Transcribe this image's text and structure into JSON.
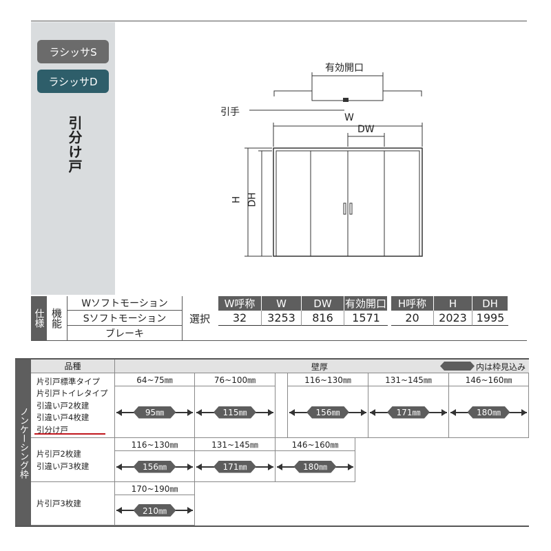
{
  "badges": [
    "ラシッサS",
    "ラシッサD"
  ],
  "door_type": "引分け戸",
  "diagram": {
    "effective_opening": "有効開口",
    "handle": "引手",
    "w": "W",
    "dw": "DW",
    "h": "H",
    "dh": "DH"
  },
  "spec": {
    "label": "仕様",
    "function": "機能",
    "options": [
      "Wソフトモーション",
      "Sソフトモーション",
      "ブレーキ"
    ],
    "select": "選択",
    "table1": {
      "headers": [
        "W呼称",
        "W",
        "DW",
        "有効開口"
      ],
      "values": [
        "32",
        "3253",
        "816",
        "1571"
      ]
    },
    "table2": {
      "headers": [
        "H呼称",
        "H",
        "DH"
      ],
      "values": [
        "20",
        "2023",
        "1995"
      ]
    }
  },
  "frame": {
    "side_label": "ノンケーシング枠",
    "col_type": "品種",
    "col_wall": "壁厚",
    "legend": "内は枠見込み",
    "rows": [
      {
        "types": [
          "片引戸標準タイプ",
          "片引戸トイレタイプ",
          "引違い戸2枚建",
          "引違い戸4枚建",
          "引分け戸"
        ],
        "cells": [
          {
            "range": "64~75㎜",
            "depth": "95㎜"
          },
          {
            "range": "76~100㎜",
            "depth": "115㎜"
          },
          {
            "range": "116~130㎜",
            "depth": "156㎜"
          },
          {
            "range": "131~145㎜",
            "depth": "171㎜"
          },
          {
            "range": "146~160㎜",
            "depth": "180㎜"
          }
        ]
      },
      {
        "types": [
          "片引戸2枚建",
          "引違い戸3枚建"
        ],
        "cells": [
          {
            "range": "116~130㎜",
            "depth": "156㎜"
          },
          {
            "range": "131~145㎜",
            "depth": "171㎜"
          },
          {
            "range": "146~160㎜",
            "depth": "180㎜"
          }
        ]
      },
      {
        "types": [
          "片引戸3枚建"
        ],
        "cells": [
          {
            "range": "170~190㎜",
            "depth": "210㎜"
          }
        ]
      }
    ]
  },
  "colors": {
    "panel": "#d9dcde",
    "badge_s": "#6b6b6b",
    "badge_d": "#2e5e6a",
    "dark": "#5e5e5e",
    "underline": "#c0151c"
  }
}
